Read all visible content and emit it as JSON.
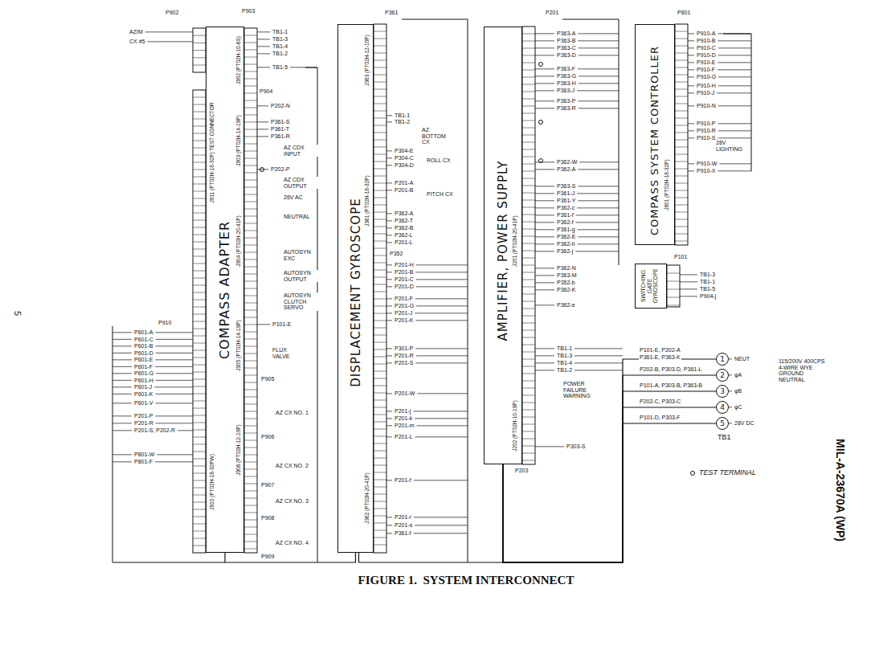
{
  "diagram": {
    "caption": "FIGURE 1.  SYSTEM INTERCONNECT",
    "nodes": [
      {
        "text": [
          "COMPASS ADAPTER"
        ]
      },
      {
        "text": [
          "DISPLACEMENT GYROSCOPE"
        ]
      },
      {
        "text": [
          "AMPLIFIER, POWER SUPPLY"
        ]
      },
      {
        "text": [
          "COMPASS SYSTEM CONTROLLER"
        ]
      },
      {
        "text": [
          "SWITCHING GATE GYROSCOPE"
        ]
      },
      {
        "text": [
          "1"
        ]
      },
      {
        "text": [
          "2"
        ]
      },
      {
        "text": [
          "3"
        ]
      },
      {
        "text": [
          "4"
        ]
      },
      {
        "text": [
          "5"
        ]
      }
    ],
    "edges": [
      {
        "from": 0,
        "to": 1,
        "arrow": "none"
      },
      {
        "from": 1,
        "to": 2,
        "arrow": "none"
      },
      {
        "from": 2,
        "to": 5,
        "arrow": "none"
      },
      {
        "from": 2,
        "to": 6,
        "arrow": "none"
      },
      {
        "from": 2,
        "to": 7,
        "arrow": "none"
      },
      {
        "from": 2,
        "to": 8,
        "arrow": "none"
      },
      {
        "from": 2,
        "to": 9,
        "arrow": "none"
      }
    ],
    "labels": [
      "P902",
      "AZIM",
      "CX #5",
      "P903",
      "TB1-1",
      "TB1-3",
      "TB1-4",
      "TB1-2",
      "TB1-5",
      "P904",
      "P202-N",
      "P361-S",
      "P361-T",
      "P361-R",
      "AZ CDX INPUT",
      "P202-P",
      "AZ CDX OUTPUT",
      "26V AC",
      "NEUTRAL",
      "AUTOSYN EXC",
      "AUTOSYN OUTPUT",
      "AUTOSYN CLUTCH SERVO",
      "P101-E",
      "FLUX VALVE",
      "P905",
      "AZ CX NO. 1",
      "P906",
      "AZ CX NO. 2",
      "P907",
      "AZ CX NO. 3",
      "P908",
      "AZ CX NO. 4",
      "P909",
      "P910",
      "P601-A",
      "P601-C",
      "P601-B",
      "P601-D",
      "P601-E",
      "P601-F",
      "P601-G",
      "P601-H",
      "P601-J",
      "P601-K",
      "P601-V",
      "P201-P",
      "P201-R",
      "P201-S, P202-R",
      "P801-W",
      "P801-F",
      "P361",
      "TB1-1",
      "TB1-2",
      "AZ BOTTOM CX",
      "P304-E",
      "P304-C",
      "P304-D",
      "ROLL CX",
      "P201-A",
      "P201-B",
      "PITCH CX",
      "P362-A",
      "P362-T",
      "P362-B",
      "P362-L",
      "P201-L",
      "P352",
      "P201-H",
      "P201-B",
      "P201-C",
      "P201-D",
      "P201-F",
      "P201-G",
      "P201-J",
      "P201-K",
      "P301-P",
      "P201-R",
      "P201-S",
      "P201-W",
      "P201-j",
      "P201-k",
      "P201-m",
      "P201-L",
      "P201-f",
      "P201-r",
      "P201-s",
      "P361-f",
      "P201",
      "P363-A",
      "P363-B",
      "P363-C",
      "P363-D",
      "P363-F",
      "P363-G",
      "P363-H",
      "P363-J",
      "P363-P",
      "P363-R",
      "P362-W",
      "P362-A",
      "P363-S",
      "P361-J",
      "P361-Y",
      "P362-c",
      "P361-f",
      "P362-f",
      "P361-g",
      "P362-E",
      "P362-h",
      "P362-j",
      "P362-N",
      "P363-M",
      "P352-b",
      "P362-K",
      "P362-e",
      "TB1-1",
      "TB1-3",
      "TB1-4",
      "TB1-2",
      "POWER FAILURE WARNING",
      "P303-S",
      "P203",
      "P801",
      "P910-A",
      "P910-B",
      "P910-C",
      "P910-D",
      "P910-E",
      "P910-F",
      "P910-G",
      "P910-H",
      "P910-J",
      "P910-N",
      "P910-P",
      "P910-R",
      "P910-S",
      "28V LIGHTING",
      "P910-W",
      "P910-X",
      "P101",
      "TB1-3",
      "TB1-1",
      "TB1-5",
      "P904-j",
      "P101-E, P202-A",
      "P361-E, P363-K",
      "P202-B, P303-D, P361-L",
      "P101-A, P303-B, P363-B",
      "P202-C, P303-C",
      "P101-D, P303-F",
      "NEUT",
      "φA",
      "φB",
      "φC",
      "28V DC",
      "115/200V 400CPS 4-WIRE WYE GROUND NEUTRAL",
      "TB1",
      "J902 (PT02H-10-6S)",
      "J903 (PT02H-14-19P)",
      "J904 (PT02H-20-41P)",
      "J905 (PT02H-14-19P)",
      "J906 (PT02H-12-10P)",
      "J911 (PT02H-18-32P) TEST CONNECTOR",
      "J910 (PT02H-18-32PW)",
      "J363 (PT02H-12-10P)",
      "J361 (PT02H-18-32P)",
      "J362 (PT02H-20-41P)",
      "J201 (PT02H-20-41P)",
      "J202 (PT02H-10-19P)",
      "J801 (PT02H-18-32P)",
      "5",
      "MIL-A-23670A (WP)"
    ],
    "legend": [
      {
        "text": "TEST TERMINAL"
      }
    ]
  }
}
